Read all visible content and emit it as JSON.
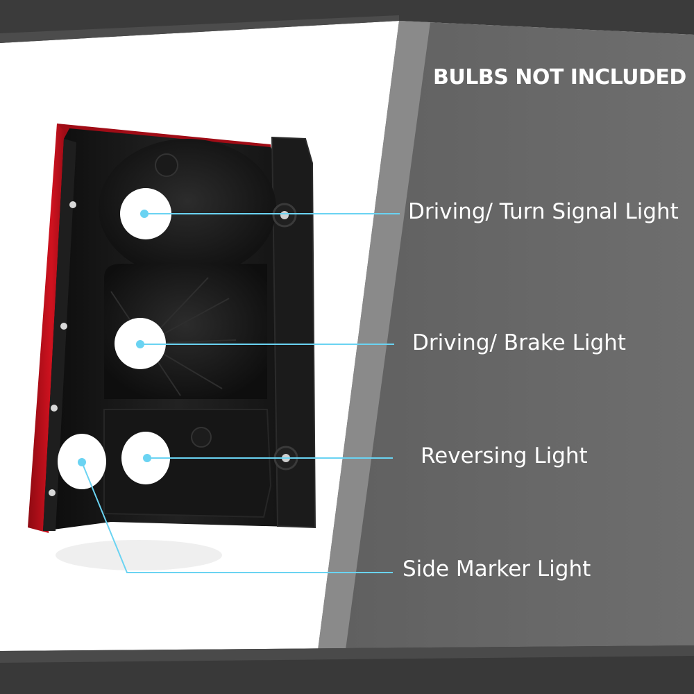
{
  "notice": "BULBS NOT INCLUDED",
  "callouts": {
    "turn_signal": "Driving/ Turn Signal Light",
    "brake": "Driving/ Brake Light",
    "reversing": "Reversing Light",
    "side_marker": "Side Marker Light"
  },
  "colors": {
    "panel_dark": "#6a6a6a",
    "panel_mid": "#7d7d7d",
    "band_dark": "#3a3a3a",
    "lens_red": "#c8101e",
    "housing": "#141414",
    "pointer": "#6ad3f2",
    "socket_cover": "#ffffff"
  }
}
